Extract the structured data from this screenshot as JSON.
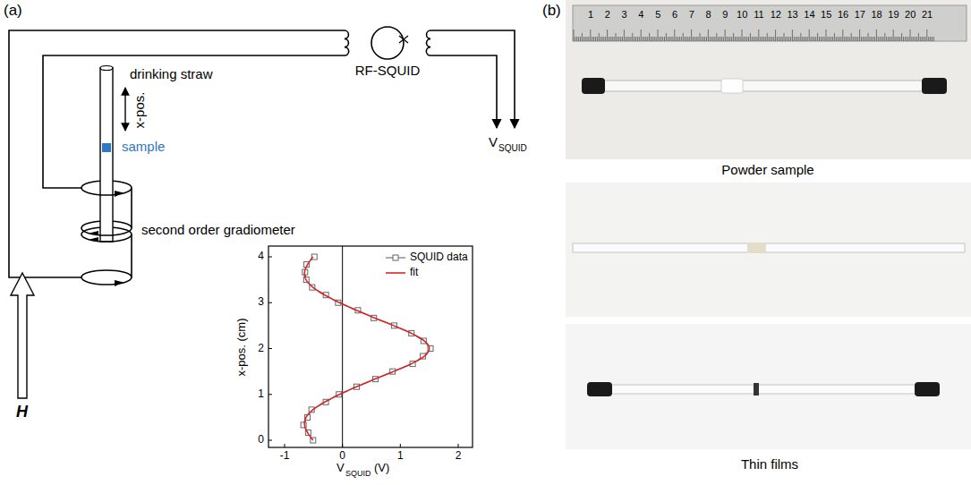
{
  "diagram": {
    "labels": [
      "(a)",
      "drinking straw",
      "x-pos.",
      "sample",
      "second order gradiometer",
      "H",
      "RF-SQUID",
      "V",
      "SQUID",
      "4",
      "3",
      "2",
      "1",
      "0",
      "x-pos. (cm)",
      "-1",
      "0",
      "1",
      "2",
      "V",
      "SQUID",
      "(V)",
      "(b)",
      "1",
      "2",
      "3",
      "4",
      "5",
      "6",
      "7",
      "8",
      "9",
      "10",
      "11",
      "12",
      "13",
      "14",
      "15",
      "16",
      "17",
      "18",
      "19",
      "20",
      "21",
      "Powder sample",
      "Thin films"
    ],
    "legend": [
      {
        "text": "SQUID data"
      },
      {
        "text": "fit"
      }
    ]
  }
}
